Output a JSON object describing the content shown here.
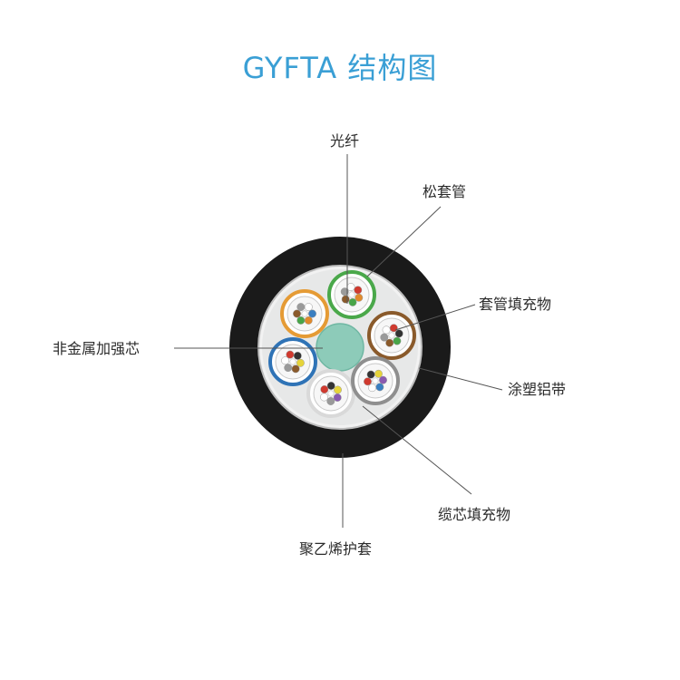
{
  "title": "GYFTA 结构图",
  "labels": {
    "fiber": "光纤",
    "loose_tube": "松套管",
    "tube_filler": "套管填充物",
    "strength_member": "非金属加强芯",
    "aluminum_tape": "涂塑铝带",
    "core_filler": "缆芯填充物",
    "pe_sheath": "聚乙烯护套"
  },
  "colors": {
    "title": "#3a9fd5",
    "sheath": "#1a1a1a",
    "core_bg": "#e7e8e8",
    "strength_member": "#8dcbb9",
    "tube_orange": "#e59b35",
    "tube_green": "#4aa84a",
    "tube_brown": "#8a5a2b",
    "tube_blue": "#2f73b6",
    "tube_white": "#d9d9d9",
    "tube_gray": "#8f8f8f"
  },
  "fiber_colors": [
    "#3a7fc1",
    "#e08a2c",
    "#48a548",
    "#8a5a2b",
    "#9a9a9a",
    "#ffffff",
    "#d03a2f",
    "#333333",
    "#e6d43a",
    "#8a5ab0"
  ]
}
